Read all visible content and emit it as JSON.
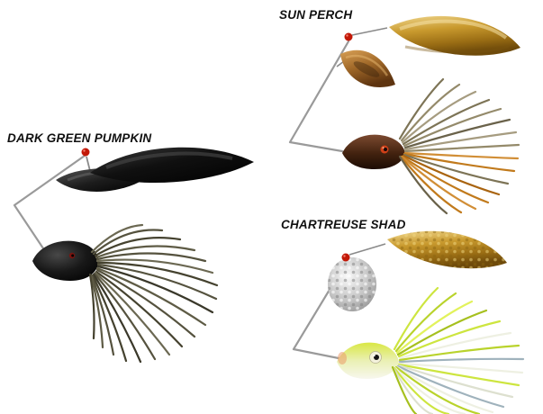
{
  "page": {
    "background": "#ffffff",
    "description": "Three spinnerbait fishing lures shown in different color patterns"
  },
  "products": [
    {
      "label": "DARK GREEN PUMPKIN",
      "position": "left"
    },
    {
      "label": "SUN PERCH",
      "position": "top-right"
    },
    {
      "label": "CHARTREUSE SHAD",
      "position": "bottom-right"
    }
  ],
  "colors": {
    "label_text": "#111111",
    "red_bead": "#c21807",
    "wire": "#9a9a9a",
    "black_nickel_blade": "#111111",
    "gold_blade": "#c9972b",
    "copper_blade": "#a06828",
    "silver_blade": "#c2c2c2",
    "dark_green_pumpkin_skirt": "#55523e",
    "sun_perch_skirt": "#948a6a",
    "sun_perch_accent": "#c17a1c",
    "chartreuse_skirt": "#cde53f",
    "shad_white_skirt": "#eef0e2"
  }
}
